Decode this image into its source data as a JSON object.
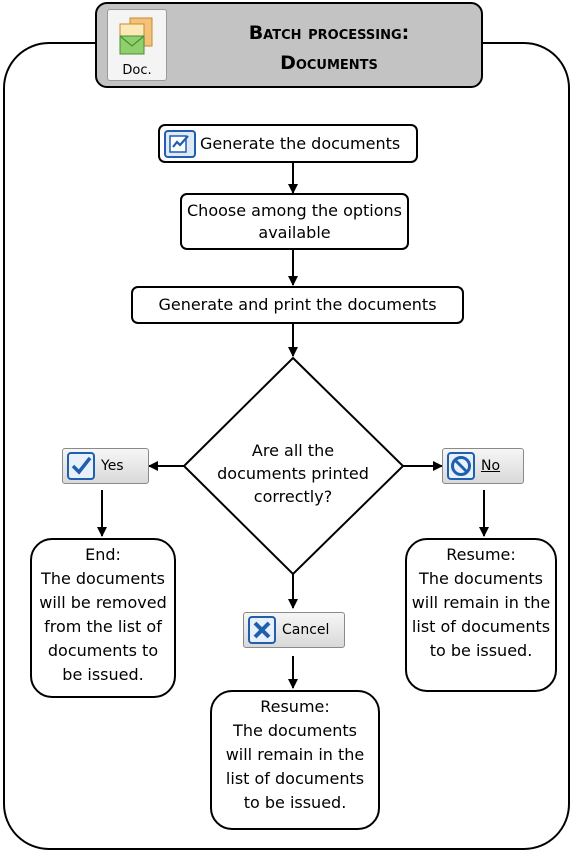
{
  "header": {
    "icon_label": "Doc.",
    "title_line1": "Batch processing:",
    "title_line2": "Documents"
  },
  "steps": {
    "generate_button_label": "Generate the documents",
    "choose_options": "Choose among the options available",
    "generate_print": "Generate and print the documents"
  },
  "decision": {
    "question": "Are all the documents printed correctly?"
  },
  "buttons": {
    "yes": "Yes",
    "no": "No",
    "cancel": "Cancel"
  },
  "outcomes": {
    "yes": "End:\nThe documents\nwill be removed\nfrom the list of\ndocuments to\nbe issued.",
    "no": "Resume:\nThe documents\nwill remain in the\nlist of documents\nto be issued.",
    "cancel": "Resume:\nThe documents\nwill remain in the\nlist of documents\nto be issued."
  },
  "icons": {
    "doc": "document-icon",
    "generate": "generate-documents-icon",
    "yes": "checkmark-icon",
    "no": "prohibited-icon",
    "cancel": "x-icon"
  },
  "colors": {
    "title_background": "#c3c3c3",
    "icon_blue": "#1f5fae"
  }
}
